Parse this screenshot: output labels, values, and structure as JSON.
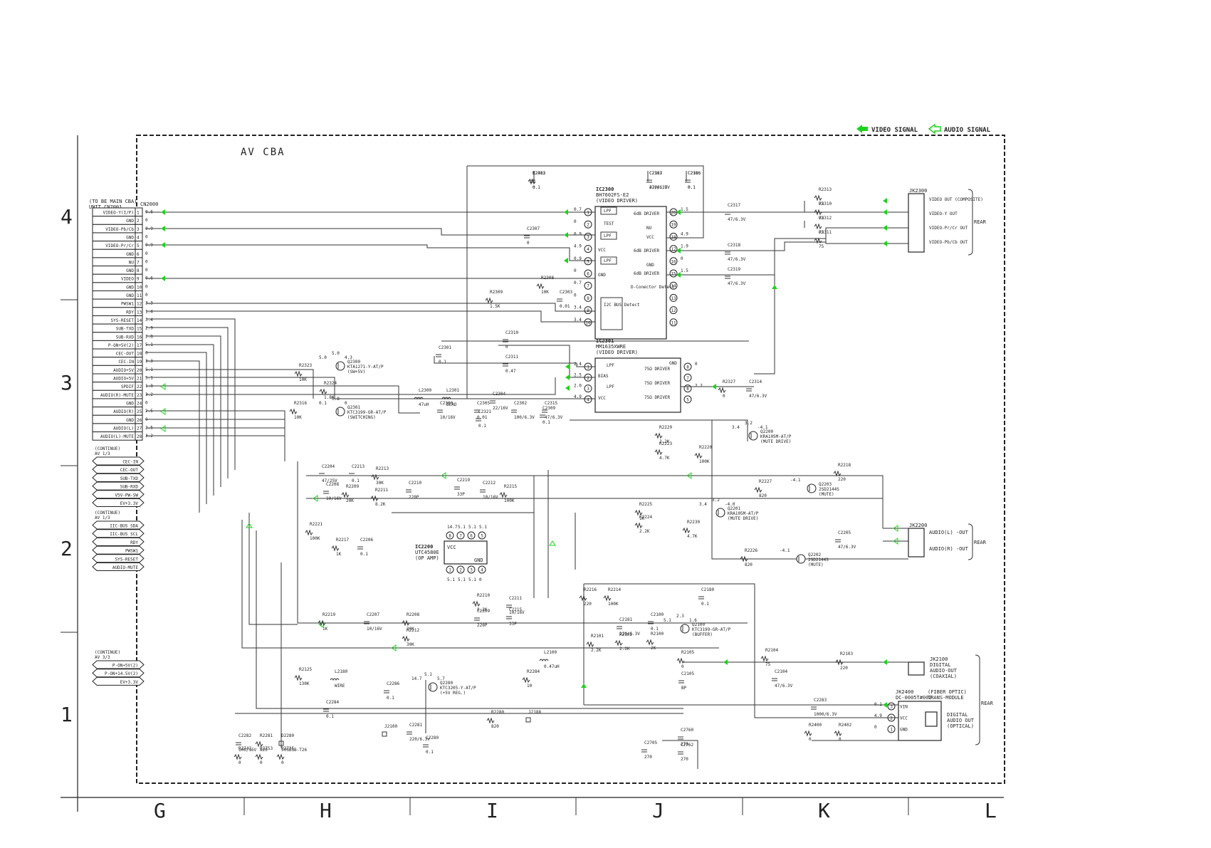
{
  "header": {
    "video_signal": "VIDEO SIGNAL",
    "audio_signal": "AUDIO SIGNAL",
    "board_title": "AV  CBA",
    "arrow_color": "#1fd11f"
  },
  "grid": {
    "rows": [
      "4",
      "3",
      "2",
      "1"
    ],
    "cols": [
      "G",
      "H",
      "I",
      "J",
      "K",
      "L"
    ]
  },
  "cn2000": {
    "note1": "(TO BE MAIN CBA)",
    "note2": "UNIT CN7001",
    "ref": "CN2000",
    "pins": [
      {
        "no": "1",
        "name": "VIDEO-Y(I/P)",
        "v": "0.6"
      },
      {
        "no": "2",
        "name": "GND",
        "v": "0"
      },
      {
        "no": "3",
        "name": "VIDEO-Pb/Cb",
        "v": "0.9"
      },
      {
        "no": "4",
        "name": "GND",
        "v": "0"
      },
      {
        "no": "5",
        "name": "VIDEO-Pr/Cr",
        "v": "0.9"
      },
      {
        "no": "6",
        "name": "GND",
        "v": "0"
      },
      {
        "no": "7",
        "name": "NU",
        "v": "0"
      },
      {
        "no": "8",
        "name": "GND",
        "v": "0"
      },
      {
        "no": "9",
        "name": "VIDEO",
        "v": "0.6"
      },
      {
        "no": "10",
        "name": "GND",
        "v": "0"
      },
      {
        "no": "11",
        "name": "GND",
        "v": "0"
      },
      {
        "no": "12",
        "name": "PWSW1",
        "v": "3.3"
      },
      {
        "no": "13",
        "name": "RDY",
        "v": "1.4"
      },
      {
        "no": "14",
        "name": "SYS-RESET",
        "v": "3.4"
      },
      {
        "no": "15",
        "name": "SUB-TXD",
        "v": "2.9"
      },
      {
        "no": "16",
        "name": "SUB-RXD",
        "v": "2.8"
      },
      {
        "no": "17",
        "name": "P-ON+5V(2)",
        "v": "5.1"
      },
      {
        "no": "18",
        "name": "CEC-OUT",
        "v": "0"
      },
      {
        "no": "19",
        "name": "CEC-IN",
        "v": "3.3"
      },
      {
        "no": "20",
        "name": "AUDIO+5V",
        "v": "5.1"
      },
      {
        "no": "21",
        "name": "AUDIO+5V",
        "v": "5.1"
      },
      {
        "no": "22",
        "name": "SPDIF",
        "v": "1.8"
      },
      {
        "no": "23",
        "name": "AUDIO(R)-MUTE",
        "v": "3.2"
      },
      {
        "no": "24",
        "name": "GND",
        "v": "0"
      },
      {
        "no": "25",
        "name": "AUDIO(R)",
        "v": "2.5"
      },
      {
        "no": "26",
        "name": "GND",
        "v": "0"
      },
      {
        "no": "27",
        "name": "AUDIO(L)",
        "v": "2.5"
      },
      {
        "no": "28",
        "name": "AUDIO(L)-MUTE",
        "v": "3.2"
      }
    ]
  },
  "continue_groups": [
    {
      "title1": "(CONTINUE)",
      "title2": "AV 1/3",
      "items": [
        "CEC-IN",
        "CEC-OUT",
        "SUB-TXD",
        "SUB-RXD",
        "V5V-PW-SW",
        "EV+3.3V"
      ]
    },
    {
      "title1": "(CONTINUE)",
      "title2": "AV 1/3",
      "items": [
        "IIC-BUS SDA",
        "IIC-BUS SCL",
        "RDY",
        "PWSW1",
        "SYS-RESET",
        "AUDIO-MUTE"
      ]
    },
    {
      "title1": "(CONTINUE)",
      "title2": "AV 3/3",
      "items": [
        "P-ON+5V(2)",
        "P-ON+14.5V(2)",
        "EV+3.3V"
      ]
    }
  ],
  "ic2300": {
    "ref": "IC2300",
    "part": "BH7602FS-E2",
    "func": "(VIDEO DRIVER)",
    "left_pins": [
      "1",
      "2",
      "3",
      "4",
      "5",
      "6",
      "7",
      "8",
      "9",
      "10"
    ],
    "right_pins": [
      "20",
      "19",
      "18",
      "17",
      "16",
      "15",
      "14",
      "13",
      "12",
      "11"
    ],
    "left_v": [
      "0.7",
      "0",
      "0.9",
      "4.9",
      "0.9",
      "0",
      "0.7",
      "0",
      "3.4",
      "3.4"
    ],
    "right_v": [
      "1.5",
      "",
      "4.9",
      "1.9",
      "0",
      "1.5",
      "",
      "",
      "",
      ""
    ],
    "blocks": [
      "LPF",
      "TEST",
      "LPF",
      "VCC",
      "LPF",
      "GND",
      "6dB DRIVER",
      "NU",
      "VCC",
      "6dB DRIVER",
      "GND",
      "6dB DRIVER",
      "D-Conector Detect",
      "I2C BUS Detect"
    ]
  },
  "ic2301": {
    "ref": "IC2301",
    "part": "MM1635XWRE",
    "func": "(VIDEO DRIVER)",
    "left_pins": [
      "1",
      "2",
      "3",
      "4"
    ],
    "right_pins": [
      "8",
      "7",
      "6",
      "5"
    ],
    "left_v": [
      "2.4",
      "2.5",
      "2.0",
      "4.9"
    ],
    "right_v": [
      "0",
      "",
      "2.2",
      ""
    ],
    "blocks": [
      "LPF",
      "BIAS",
      "LPF",
      "VCC",
      "75Ω DRIVER",
      "75Ω DRIVER",
      "75Ω DRIVER",
      "GND"
    ]
  },
  "ic2200": {
    "ref": "IC2200",
    "part": "UTC4580E",
    "func": "(OP AMP)",
    "top_pins": [
      "8",
      "7",
      "6",
      "5"
    ],
    "top_v": [
      "14.7",
      "5.1",
      "5.1",
      "5.1"
    ],
    "bottom_pins": [
      "1",
      "2",
      "3",
      "4"
    ],
    "bottom_v": [
      "5.1",
      "5.1",
      "5.1",
      "0"
    ],
    "labels": [
      "VCC",
      "GND"
    ]
  },
  "jk2300": {
    "ref": "JK2300",
    "outs": [
      "VIDEO OUT (COMPOSITE)",
      "VIDEO-Y OUT",
      "VIDEO-Pr/Cr OUT",
      "VIDEO-Pb/Cb OUT"
    ],
    "side": "REAR"
  },
  "jk2200": {
    "ref": "JK2200",
    "outs": [
      "AUDIO(L) -OUT",
      "AUDIO(R) -OUT"
    ],
    "side": "REAR"
  },
  "jk2100": {
    "ref": "JK2100",
    "desc": [
      "DIGITAL",
      "AUDIO-OUT",
      "(COAXIAL)"
    ]
  },
  "jk2400": {
    "ref": "JK2400",
    "part": "DC-0005T#002",
    "desc1": "(FIBER OPTIC)",
    "desc2": "TRANS-MODULE",
    "pins": [
      "VIN",
      "VCC",
      "GND"
    ],
    "pin_v": [
      "0.1",
      "4.9",
      "0"
    ],
    "out": [
      "DIGITAL",
      "AUDIO OUT",
      "(OPTICAL)"
    ],
    "side": "REAR"
  },
  "transistors": [
    {
      "ref": "Q2300",
      "part": "KTA1271-Y-AT/P",
      "func": "(SW+5V)",
      "v": [
        "5.0",
        "5.0",
        "4.3"
      ]
    },
    {
      "ref": "Q2301",
      "part": "KTC3199-GR-AT/P",
      "func": "(SWITCHING)",
      "v": [
        "0.1",
        "0.8",
        "0"
      ]
    },
    {
      "ref": "Q2200",
      "part": "KRA105M-AT/P",
      "func": "(MUTE DRIVE)",
      "v": [
        "3.4",
        "3.2",
        "-4.1"
      ]
    },
    {
      "ref": "Q2201",
      "part": "KRA105M-AT/P",
      "func": "(MUTE DRIVE)",
      "v": [
        "3.4",
        "3.2",
        "-4.0"
      ]
    },
    {
      "ref": "Q2203",
      "part": "2SD2144S",
      "func": "(MUTE)",
      "v": [
        "-4.1"
      ]
    },
    {
      "ref": "Q2202",
      "part": "2SD2144S",
      "func": "(MUTE)",
      "v": [
        "-4.1"
      ]
    },
    {
      "ref": "Q2100",
      "part": "KTC3199-GR-AT/P",
      "func": "(BUFFER)",
      "v": [
        "5.1",
        "2.3",
        "1.6"
      ]
    },
    {
      "ref": "Q2280",
      "part": "KTC3205-Y-AT/P",
      "func": "(+5V REG.)",
      "v": [
        "14.7",
        "5.1",
        "5.7"
      ]
    }
  ],
  "parts": [
    {
      "ref": "C2312",
      "val": "0.1"
    },
    {
      "ref": "C2313",
      "val": "47/6.3V"
    },
    {
      "ref": "C2316",
      "val": "0.1"
    },
    {
      "ref": "C2307",
      "val": "0"
    },
    {
      "ref": "R2308",
      "val": "10K"
    },
    {
      "ref": "R2309",
      "val": "1.5K"
    },
    {
      "ref": "C2318",
      "val": "47/6.3V"
    },
    {
      "ref": "C2303",
      "val": "0.01"
    },
    {
      "ref": "C2317",
      "val": "47/6.3V"
    },
    {
      "ref": "C2319",
      "val": "47/6.3V"
    },
    {
      "ref": "C2315",
      "val": "47/6.3V"
    },
    {
      "ref": "R2313",
      "val": "75"
    },
    {
      "ref": "R2310",
      "val": "75"
    },
    {
      "ref": "R2312",
      "val": "75"
    },
    {
      "ref": "R2311",
      "val": "75"
    },
    {
      "ref": "C2310",
      "val": "0"
    },
    {
      "ref": "C2301",
      "val": "0.1"
    },
    {
      "ref": "C2311",
      "val": "0.47"
    },
    {
      "ref": "R2323",
      "val": "10K"
    },
    {
      "ref": "R2324",
      "val": "1.8K"
    },
    {
      "ref": "R2316",
      "val": "10K"
    },
    {
      "ref": "L2300",
      "val": "47uH"
    },
    {
      "ref": "C2300",
      "val": "10/16V"
    },
    {
      "ref": "L2301",
      "val": "BEAD"
    },
    {
      "ref": "C2305",
      "val": "0.01"
    },
    {
      "ref": "C2304",
      "val": "22/16V"
    },
    {
      "ref": "C2321",
      "val": "0.1"
    },
    {
      "ref": "C2302",
      "val": "100/6.3V"
    },
    {
      "ref": "C2309",
      "val": "0.1"
    },
    {
      "ref": "R2327",
      "val": "0"
    },
    {
      "ref": "C2314",
      "val": "47/6.3V"
    },
    {
      "ref": "R2229",
      "val": "2.2K"
    },
    {
      "ref": "R2223",
      "val": "4.7K"
    },
    {
      "ref": "R2220",
      "val": "100K"
    },
    {
      "ref": "C2204",
      "val": "47/25V"
    },
    {
      "ref": "C2213",
      "val": "0.1"
    },
    {
      "ref": "R2213",
      "val": "30K"
    },
    {
      "ref": "C2208",
      "val": "10/16V"
    },
    {
      "ref": "R2209",
      "val": "20K"
    },
    {
      "ref": "R2211",
      "val": "8.2K"
    },
    {
      "ref": "C2210",
      "val": "220P"
    },
    {
      "ref": "C2219",
      "val": "33P"
    },
    {
      "ref": "C2212",
      "val": "10/16V"
    },
    {
      "ref": "R2215",
      "val": "100K"
    },
    {
      "ref": "R2218",
      "val": "220"
    },
    {
      "ref": "R2227",
      "val": "820"
    },
    {
      "ref": "R2225",
      "val": "1K"
    },
    {
      "ref": "R2224",
      "val": "2.2K"
    },
    {
      "ref": "R2230",
      "val": "4.7K"
    },
    {
      "ref": "R2221",
      "val": "100K"
    },
    {
      "ref": "R2217",
      "val": "1K"
    },
    {
      "ref": "C2206",
      "val": "0.1"
    },
    {
      "ref": "C2205",
      "val": "47/6.3V"
    },
    {
      "ref": "R2226",
      "val": "820"
    },
    {
      "ref": "R2219",
      "val": "1K"
    },
    {
      "ref": "C2207",
      "val": "10/16V"
    },
    {
      "ref": "R2208",
      "val": "20K"
    },
    {
      "ref": "R2212",
      "val": "30K"
    },
    {
      "ref": "R2210",
      "val": "8.2K"
    },
    {
      "ref": "C2209",
      "val": "220P"
    },
    {
      "ref": "C2211",
      "val": "10/16V"
    },
    {
      "ref": "C2215",
      "val": "33P"
    },
    {
      "ref": "R2216",
      "val": "220"
    },
    {
      "ref": "R2214",
      "val": "100K"
    },
    {
      "ref": "C2180",
      "val": "0.1"
    },
    {
      "ref": "C2181",
      "val": "220/6.3V"
    },
    {
      "ref": "C2100",
      "val": "0.1"
    },
    {
      "ref": "R2100",
      "val": "2K"
    },
    {
      "ref": "R2101",
      "val": "2.2K"
    },
    {
      "ref": "R2102",
      "val": "2.2K"
    },
    {
      "ref": "R2105",
      "val": "0"
    },
    {
      "ref": "C2105",
      "val": "BP"
    },
    {
      "ref": "R2104",
      "val": "75"
    },
    {
      "ref": "R2103",
      "val": "220"
    },
    {
      "ref": "C2104",
      "val": "47/6.3V"
    },
    {
      "ref": "L2100",
      "val": "0.47uH"
    },
    {
      "ref": "R2125",
      "val": "130K"
    },
    {
      "ref": "L2180",
      "val": "WIRE"
    },
    {
      "ref": "R2284",
      "val": "10"
    },
    {
      "ref": "C2286",
      "val": "0.1"
    },
    {
      "ref": "C2284",
      "val": "0.1"
    },
    {
      "ref": "C2283",
      "val": "1000/6.3V"
    },
    {
      "ref": "R2280",
      "val": "820"
    },
    {
      "ref": "J2188",
      "val": ""
    },
    {
      "ref": "J2100",
      "val": ""
    },
    {
      "ref": "C2281",
      "val": "220/6.3V"
    },
    {
      "ref": "C2280",
      "val": "0.1"
    },
    {
      "ref": "C2282",
      "val": "100/16V"
    },
    {
      "ref": "R2281",
      "val": "820"
    },
    {
      "ref": "D2280",
      "val": "SVGBSB-T26"
    },
    {
      "ref": "R2742",
      "val": "0"
    },
    {
      "ref": "R2753",
      "val": "0"
    },
    {
      "ref": "R2735",
      "val": "0"
    },
    {
      "ref": "C2705",
      "val": "270"
    },
    {
      "ref": "C2760",
      "val": "270"
    },
    {
      "ref": "C2762",
      "val": "270"
    },
    {
      "ref": "R2400",
      "val": "0"
    },
    {
      "ref": "R2402",
      "val": "0"
    },
    {
      "ref": "R2403",
      "val": "0"
    },
    {
      "ref": "C2107",
      "val": "220/6.3V"
    },
    {
      "ref": "C2106",
      "val": "0.1"
    }
  ]
}
